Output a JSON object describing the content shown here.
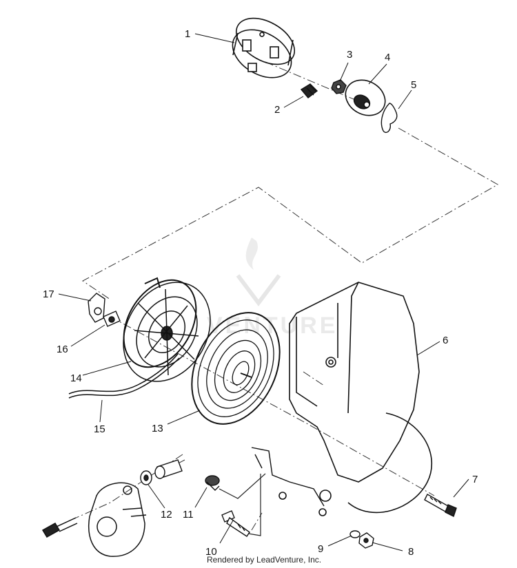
{
  "callouts": {
    "p1": "1",
    "p2": "2",
    "p3": "3",
    "p4": "4",
    "p5": "5",
    "p6": "6",
    "p7": "7",
    "p8": "8",
    "p9": "9",
    "p10": "10",
    "p11": "11",
    "p12": "12",
    "p13": "13",
    "p14": "14",
    "p15": "15",
    "p16": "16",
    "p17": "17"
  },
  "footer": {
    "credit": "Rendered by LeadVenture, Inc."
  },
  "watermark": {
    "text": "VENTURE"
  }
}
